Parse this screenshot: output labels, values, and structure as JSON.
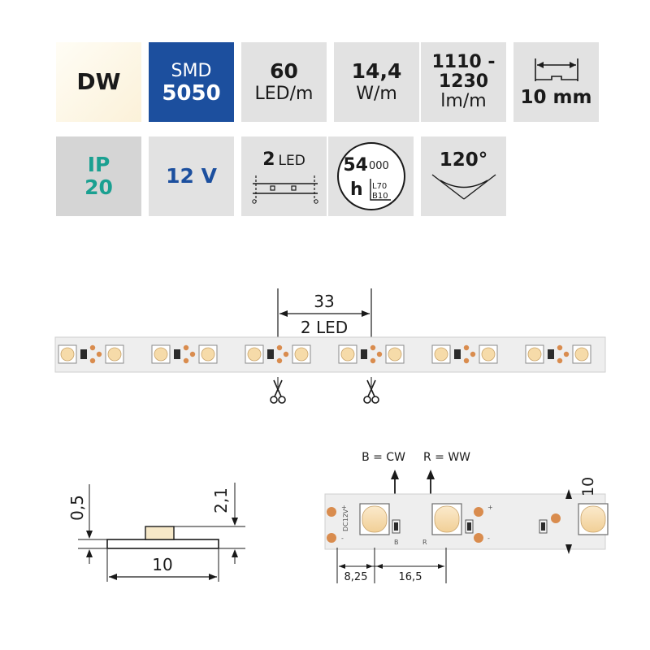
{
  "colors": {
    "tile_bg": "#e2e2e2",
    "smd_bg": "#1c4f9e",
    "teal": "#1aa091",
    "blue": "#1c4f9e",
    "strip_bg": "#eeeeee",
    "pad": "#d98c4e",
    "led_phosphor": "#f6dba9"
  },
  "badges": {
    "dw": "DW",
    "smd_top": "SMD",
    "smd_bottom": "5050",
    "leds_value": "60",
    "leds_unit": "LED/m",
    "power_value": "14,4",
    "power_unit": "W/m",
    "lumen_top": "1110 -",
    "lumen_mid": "1230",
    "lumen_unit": "lm/m",
    "width": "10 mm",
    "ip_top": "IP",
    "ip_bottom": "20",
    "voltage": "12 V",
    "cut_count": "2",
    "cut_unit": "LED",
    "life_big": "54",
    "life_small": "000",
    "life_h": "h",
    "life_l": "L70",
    "life_b": "B10",
    "angle": "120°"
  },
  "strip": {
    "segment_length": "33",
    "segment_label": "2 LED",
    "cut_icon": "scissors-icon"
  },
  "profile": {
    "thickness_base": "0,5",
    "thickness_total": "2,1",
    "width": "10"
  },
  "detail": {
    "label_b": "B = CW",
    "label_r": "R = WW",
    "width": "10",
    "offset": "8,25",
    "pitch": "16,5",
    "silk_dc": "DC12V",
    "silk_plus": "+",
    "silk_minus": "-",
    "silk_b": "B",
    "silk_r": "R"
  }
}
